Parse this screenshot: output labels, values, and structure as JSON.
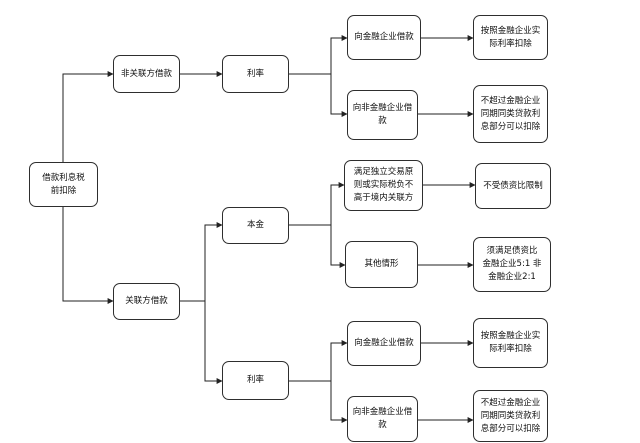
{
  "nodes": {
    "root": "借款利息税前扣除",
    "non_related": "非关联方借款",
    "related": "关联方借款",
    "rate_non_related": "利率",
    "to_fin_1": "向金融企业借款",
    "to_nonfin_1": "向非金融企业借款",
    "result_actual_1": "按照金融企业实际利率扣除",
    "result_notexceed_1": "不超过金融企业同期同类贷款利息部分可以扣除",
    "principal": "本金",
    "arm_length": "满足独立交易原则或实际税负不高于境内关联方",
    "other_cases": "其他情形",
    "no_ratio_limit": "不受债资比限制",
    "ratio_requirement": "须满足债资比 金融企业5:1 非金融企业2:1",
    "rate_related": "利率",
    "to_fin_2": "向金融企业借款",
    "to_nonfin_2": "向非金融企业借款",
    "result_actual_2": "按照金融企业实际利率扣除",
    "result_notexceed_2": "不超过金融企业同期同类贷款利息部分可以扣除"
  }
}
